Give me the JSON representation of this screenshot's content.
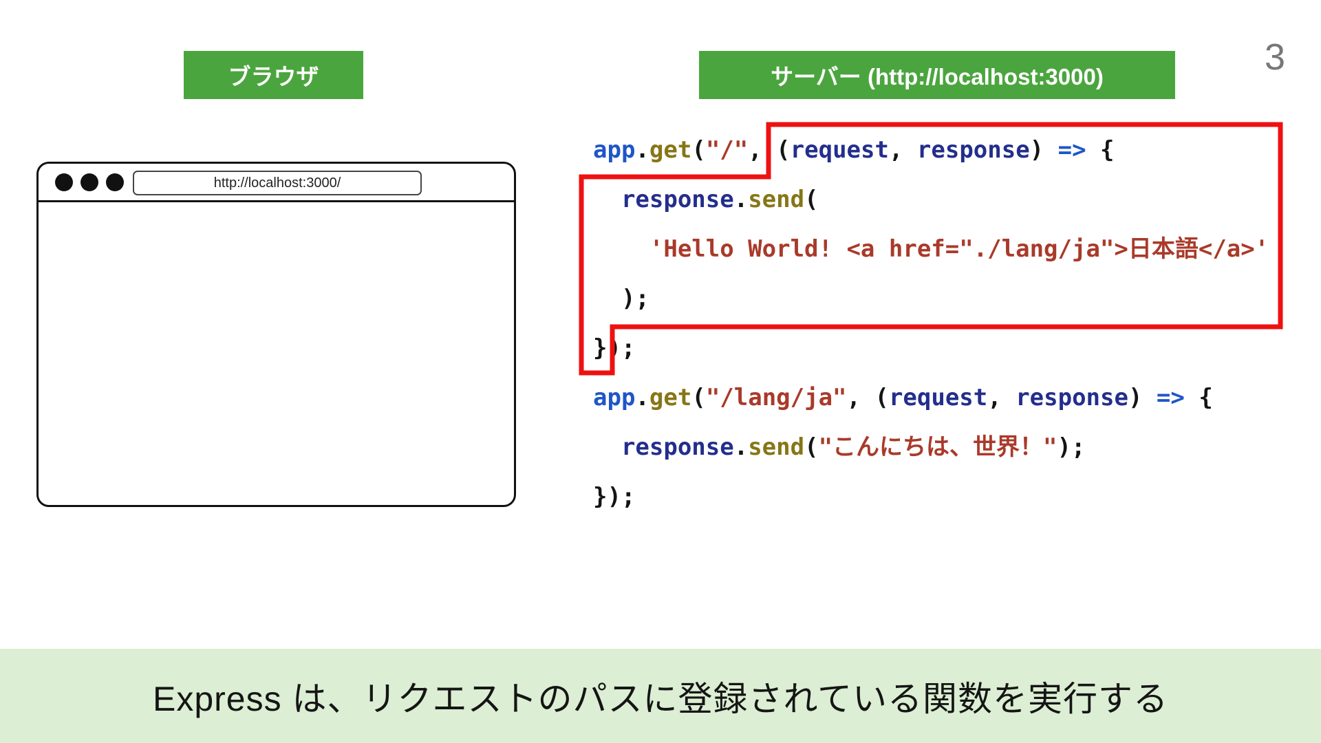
{
  "page": {
    "number": "3"
  },
  "header": {
    "browser_label": "ブラウザ",
    "server_label": "サーバー (http://localhost:3000)"
  },
  "browser_window": {
    "url": "http://localhost:3000/"
  },
  "code": {
    "lines": [
      {
        "tokens": [
          {
            "type": "obj",
            "text": "app"
          },
          {
            "type": "plain",
            "text": "."
          },
          {
            "type": "method",
            "text": "get"
          },
          {
            "type": "plain",
            "text": "("
          },
          {
            "type": "string",
            "text": "\"/\""
          },
          {
            "type": "plain",
            "text": ", ("
          },
          {
            "type": "param",
            "text": "request"
          },
          {
            "type": "plain",
            "text": ", "
          },
          {
            "type": "param",
            "text": "response"
          },
          {
            "type": "plain",
            "text": ") "
          },
          {
            "type": "arrow",
            "text": "=>"
          },
          {
            "type": "plain",
            "text": " {"
          }
        ]
      },
      {
        "tokens": [
          {
            "type": "plain",
            "text": "  "
          },
          {
            "type": "param",
            "text": "response"
          },
          {
            "type": "plain",
            "text": "."
          },
          {
            "type": "method",
            "text": "send"
          },
          {
            "type": "plain",
            "text": "("
          }
        ]
      },
      {
        "tokens": [
          {
            "type": "plain",
            "text": "    "
          },
          {
            "type": "string",
            "text": "'Hello World! <a href=\"./lang/ja\">日本語</a>'"
          }
        ]
      },
      {
        "tokens": [
          {
            "type": "plain",
            "text": "  );"
          }
        ]
      },
      {
        "tokens": [
          {
            "type": "plain",
            "text": "});"
          }
        ]
      },
      {
        "tokens": [
          {
            "type": "obj",
            "text": "app"
          },
          {
            "type": "plain",
            "text": "."
          },
          {
            "type": "method",
            "text": "get"
          },
          {
            "type": "plain",
            "text": "("
          },
          {
            "type": "string",
            "text": "\"/lang/ja\""
          },
          {
            "type": "plain",
            "text": ", ("
          },
          {
            "type": "param",
            "text": "request"
          },
          {
            "type": "plain",
            "text": ", "
          },
          {
            "type": "param",
            "text": "response"
          },
          {
            "type": "plain",
            "text": ") "
          },
          {
            "type": "arrow",
            "text": "=>"
          },
          {
            "type": "plain",
            "text": " {"
          }
        ]
      },
      {
        "tokens": [
          {
            "type": "plain",
            "text": "  "
          },
          {
            "type": "param",
            "text": "response"
          },
          {
            "type": "plain",
            "text": "."
          },
          {
            "type": "method",
            "text": "send"
          },
          {
            "type": "plain",
            "text": "("
          },
          {
            "type": "string",
            "text": "\"こんにちは、世界！\""
          },
          {
            "type": "plain",
            "text": ");"
          }
        ]
      },
      {
        "tokens": [
          {
            "type": "plain",
            "text": "});"
          }
        ]
      }
    ]
  },
  "banner": {
    "text": "Express は、リクエストのパスに登録されている関数を実行する"
  },
  "colors": {
    "green": "#4ba53e",
    "banner_bg": "#dceed3",
    "highlight": "#ee1111",
    "code_obj": "#1e56c8",
    "code_method": "#867616",
    "code_param": "#232e8c",
    "code_string": "#a93a2a",
    "code_plain": "#141414"
  }
}
